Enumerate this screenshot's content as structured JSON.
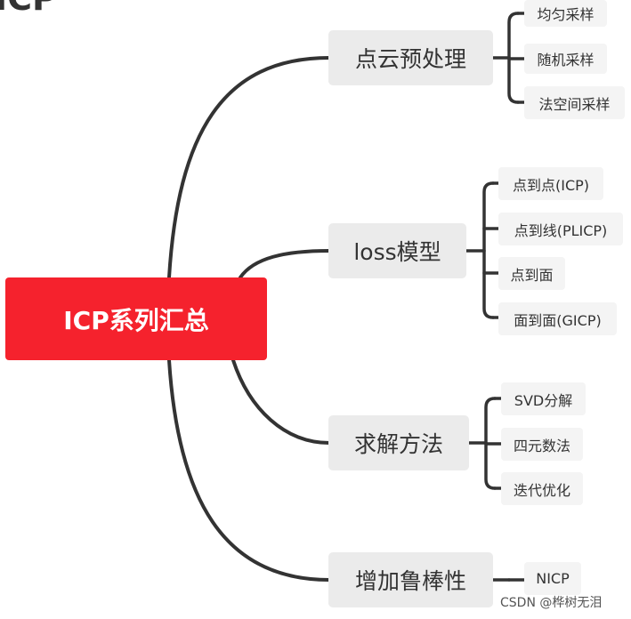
{
  "header": {
    "clipped_title": "ICP"
  },
  "mindmap": {
    "root": "ICP系列汇总",
    "branches": [
      {
        "label": "点云预处理",
        "children": [
          "均匀采样",
          "随机采样",
          "法空间采样"
        ]
      },
      {
        "label": "loss模型",
        "children": [
          "点到点(ICP)",
          "点到线(PLICP)",
          "点到面",
          "面到面(GICP)"
        ]
      },
      {
        "label": "求解方法",
        "children": [
          "SVD分解",
          "四元数法",
          "迭代优化"
        ]
      },
      {
        "label": "增加鲁棒性",
        "children": [
          "NICP"
        ]
      }
    ]
  },
  "watermark": "CSDN @桦树无泪",
  "colors": {
    "root_bg": "#f5222d",
    "node_bg": "#ebebeb",
    "leaf_bg": "#f4f4f4",
    "line": "#333333"
  }
}
